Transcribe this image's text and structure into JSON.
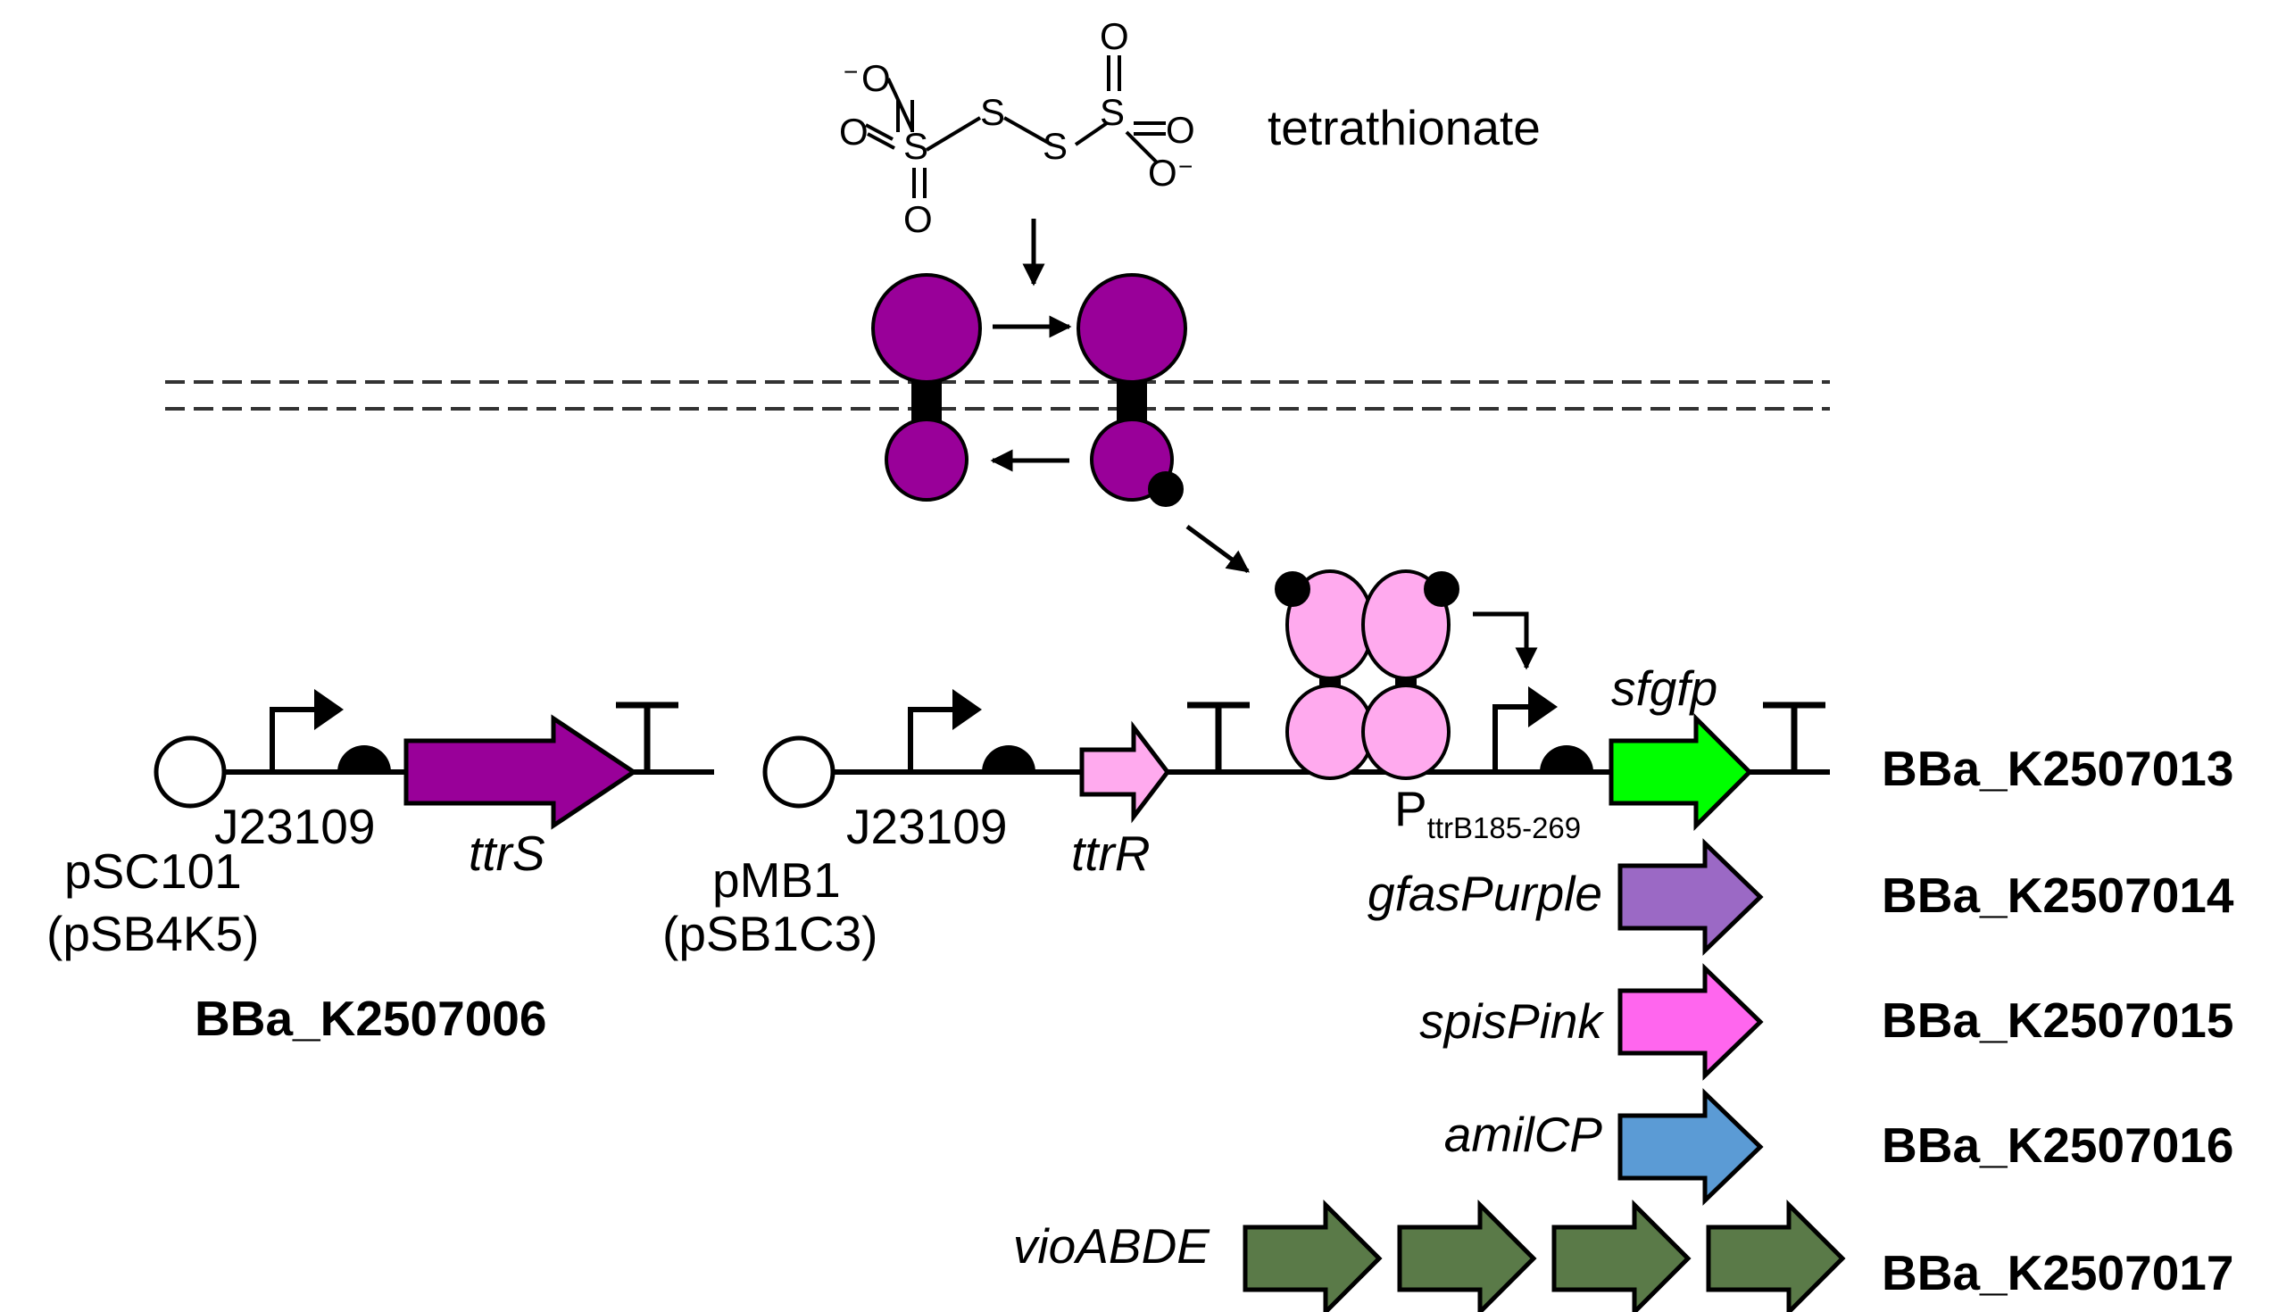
{
  "molecule": {
    "name": "tetrathionate",
    "atoms": {
      "s1": "S",
      "s2": "S",
      "s3": "S",
      "s4": "S",
      "o_left_top": "O",
      "o_left_mid": "O",
      "o_left_bot": "O",
      "o_right_top": "O",
      "o_right_mid": "O",
      "o_right_bot": "O",
      "minus": "−"
    }
  },
  "construct_1": {
    "promoter": "J23109",
    "gene": "ttrS",
    "origin": "pSC101",
    "backbone": "(pSB4K5)",
    "part_id": "BBa_K2507006"
  },
  "construct_2": {
    "promoter": "J23109",
    "gene": "ttrR",
    "origin": "pMB1",
    "backbone": "(pSB1C3)",
    "output_promoter_main": "P",
    "output_promoter_sub": "ttrB185-269"
  },
  "reporters": [
    {
      "gene": "sfgfp",
      "part_id": "BBa_K2507013",
      "color": "#00ff00"
    },
    {
      "gene": "gfasPurple",
      "part_id": "BBa_K2507014",
      "color": "#9b69c5"
    },
    {
      "gene": "spisPink",
      "part_id": "BBa_K2507015",
      "color": "#ff66ee"
    },
    {
      "gene": "amilCP",
      "part_id": "BBa_K2507016",
      "color": "#5b9bd5"
    },
    {
      "gene": "vioABDE",
      "part_id": "BBa_K2507017",
      "color": "#5a7a48"
    }
  ],
  "colors": {
    "ttrS": "#990099",
    "ttrR": "#ffaaee",
    "ttrR_protein": "#ffaaee",
    "outline": "#000000"
  }
}
